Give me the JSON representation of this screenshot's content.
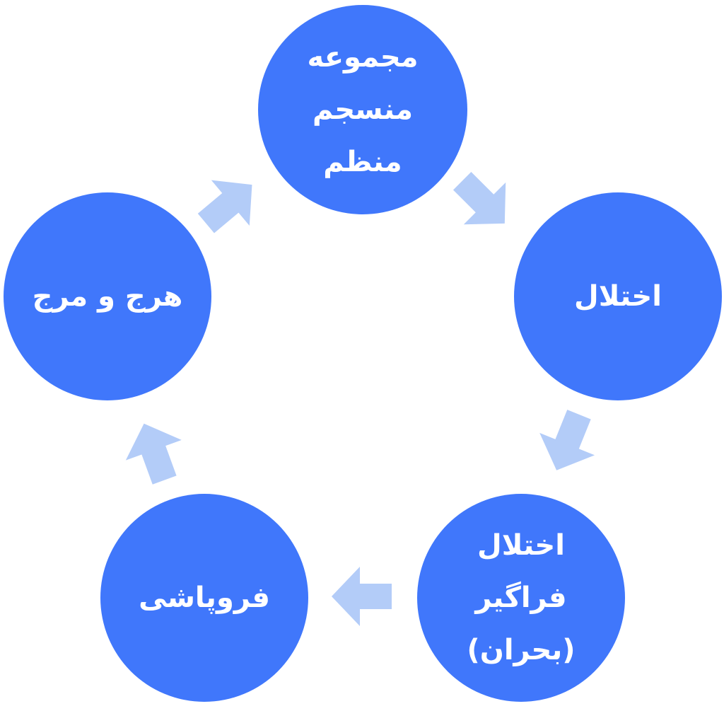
{
  "diagram": {
    "colors": {
      "node_fill": "#4077fb",
      "node_text": "#ffffff",
      "arrow_fill": "#b3ccf8"
    },
    "nodes": {
      "top": "مجموعه\nمنسجم\nمنظم",
      "right": "اختلال",
      "bottom_right": "اختلال\nفراگیر\n(بحران)",
      "bottom_left": "فروپاشی",
      "left": "هرج و مرج"
    },
    "edges": [
      {
        "from": "top",
        "to": "right"
      },
      {
        "from": "right",
        "to": "bottom_right"
      },
      {
        "from": "bottom_right",
        "to": "bottom_left"
      },
      {
        "from": "bottom_left",
        "to": "left"
      },
      {
        "from": "left",
        "to": "top"
      }
    ]
  }
}
